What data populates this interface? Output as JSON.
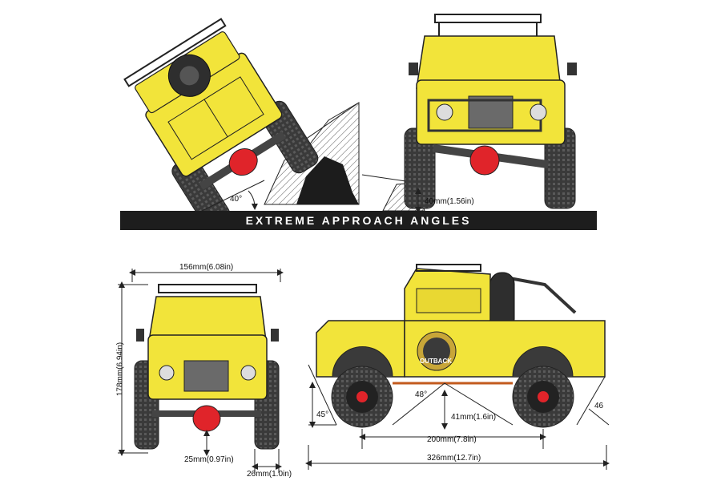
{
  "banner": {
    "text": "EXTREME APPROACH ANGLES"
  },
  "labels": {
    "top_left_angle": "40°",
    "top_right_height": "40mm(1.56in)",
    "front_width": "156mm(6.08in)",
    "front_height": "178mm(6.94in)",
    "front_axle_clearance": "25mm(0.97in)",
    "front_tire_width": "26mm(1.0in)",
    "side_approach": "45°",
    "side_breakover": "48°",
    "side_clearance": "41mm(1.6in)",
    "side_wheelbase": "200mm(7.8in)",
    "side_length": "326mm(12.7in)",
    "side_departure": "46"
  },
  "badge": {
    "text": "OUTBACK"
  },
  "colors": {
    "body": "#f2e43a",
    "body_dark": "#d8c419",
    "tire": "#3a3a3a",
    "diff": "#e0242a",
    "banner": "#1d1d1d",
    "line": "#222222"
  }
}
